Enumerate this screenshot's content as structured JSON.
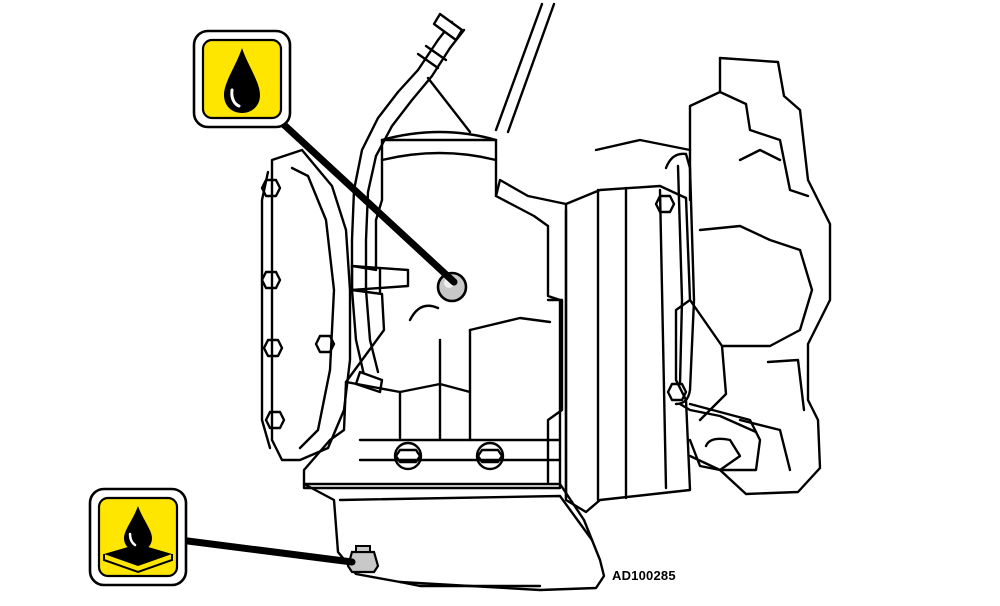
{
  "figure": {
    "code": "AD100285",
    "colors": {
      "line": "#000000",
      "background": "#ffffff",
      "icon_fill": "#ffe600",
      "plug_fill": "#c8c8c8"
    },
    "callouts": [
      {
        "name": "fill-plug",
        "icon": "oil-drop-icon"
      },
      {
        "name": "drain-plug",
        "icon": "oil-drain-pan-icon"
      }
    ]
  }
}
